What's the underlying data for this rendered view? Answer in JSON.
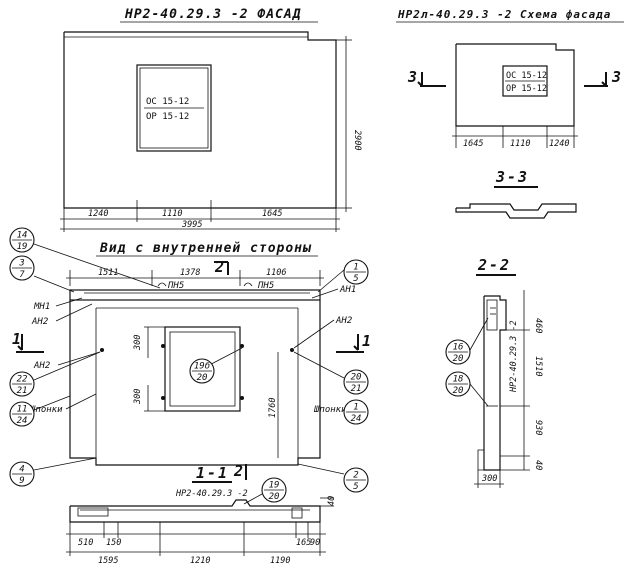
{
  "titles": {
    "facade": "НР2-40.29.3 -2 ФАСАД",
    "scheme": "НР2л-40.29.3 -2 Схема фасада",
    "inner": "Вид с внутренней стороны",
    "sec33": "3-3",
    "sec22": "2-2",
    "sec11": "1-1",
    "sec11_sub": "НР2-40.29.3 -2"
  },
  "window": {
    "line1": "ОС 15-12",
    "line2": "ОР 15-12"
  },
  "dims": {
    "facade_h": "2900",
    "facade_b1": "1240",
    "facade_b2": "1110",
    "facade_b3": "1645",
    "facade_total": "3995",
    "scheme_b1": "1645",
    "scheme_b2": "1110",
    "scheme_b3": "1240",
    "inner_t1": "1511",
    "inner_t2": "1378",
    "inner_t3": "1106",
    "inner_300a": "300",
    "inner_300b": "300",
    "inner_1760": "1760",
    "s22_460": "460",
    "s22_1510": "1510",
    "s22_930": "930",
    "s22_40": "40",
    "s22_300": "300",
    "s11_40": "40",
    "s11_510": "510",
    "s11_150": "150",
    "s11_1595": "1595",
    "s11_1210": "1210",
    "s11_1190": "1190",
    "s11_165": "165",
    "s11_90": "90"
  },
  "labels": {
    "pn5_a": "ПН5",
    "pn5_b": "ПН5",
    "mn1": "МН1",
    "an2_l": "АН2",
    "an2_l2": "АН2",
    "an1": "АН1",
    "an2_r": "АН2",
    "shponki_l": "Шпонки",
    "shponki_r": "Шпонки",
    "cut2_top": "2",
    "cut2_bot": "2",
    "cut1_l": "1",
    "cut1_r": "1",
    "cut3_l": "3",
    "cut3_r": "3",
    "s22_mark": "НР2-40.29.3 -2"
  },
  "callouts": [
    {
      "top": "14",
      "bot": "19"
    },
    {
      "top": "3",
      "bot": "7"
    },
    {
      "top": "22",
      "bot": "21"
    },
    {
      "top": "11",
      "bot": "24"
    },
    {
      "top": "4",
      "bot": "9"
    },
    {
      "top": "1",
      "bot": "5"
    },
    {
      "top": "20",
      "bot": "21"
    },
    {
      "top": "1",
      "bot": "24"
    },
    {
      "top": "2",
      "bot": "5"
    },
    {
      "top": "19",
      "bot": "20"
    },
    {
      "top": "19б",
      "bot": "20"
    },
    {
      "top": "16",
      "bot": "20"
    },
    {
      "top": "18",
      "bot": "20"
    }
  ]
}
